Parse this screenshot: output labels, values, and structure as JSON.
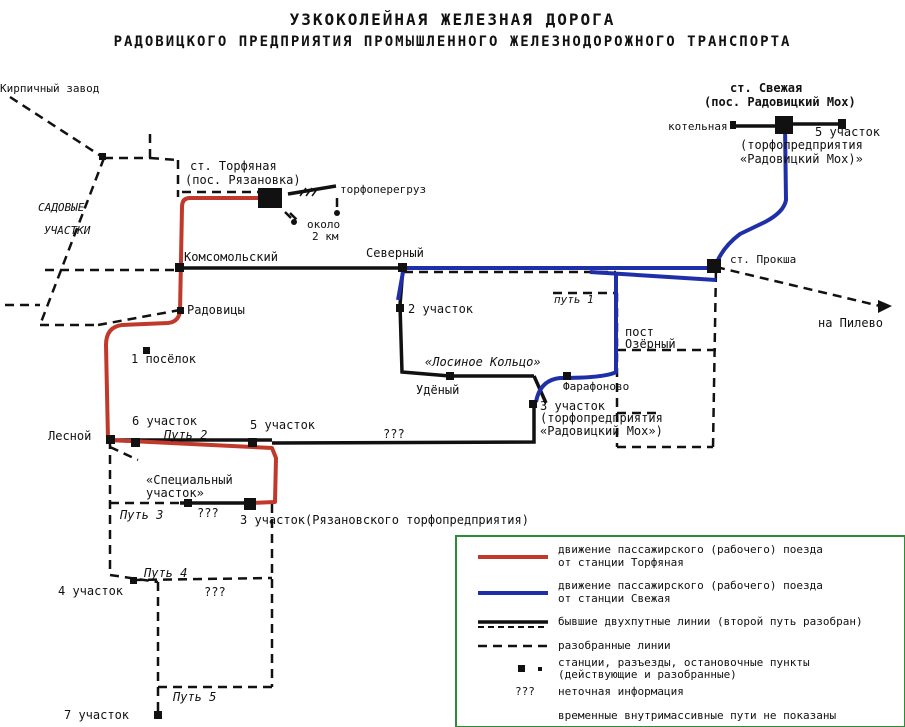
{
  "title": {
    "line1": "УЗКОКОЛЕЙНАЯ ЖЕЛЕЗНАЯ ДОРОГА",
    "line2": "РАДОВИЦКОГО ПРЕДПРИЯТИЯ ПРОМЫШЛЕННОГО ЖЕЛЕЗНОДОРОЖНОГО ТРАНСПОРТА"
  },
  "colors": {
    "red_line": "#c0392b",
    "blue_line": "#1f2fa8",
    "black_line": "#111111",
    "legend_border": "#2e8b3a"
  },
  "labels": {
    "kirpichny": "Кирпичный завод",
    "sadovye1": "САДОВЫЕ",
    "sadovye2": "УЧАСТКИ",
    "torfyanaya1": "ст. Торфяная",
    "torfyanaya2": "(пос. Рязановка)",
    "torfoperegruz": "торфоперегруз",
    "okolo1": "около",
    "okolo2": "2 км",
    "komsomolsky": "Комсомольский",
    "severny": "Северный",
    "radovitsy": "Радовицы",
    "poselok": "1 посёлок",
    "uch2": "2 участок",
    "put1": "путь 1",
    "post1": "пост",
    "post2": "Озёрный",
    "losinoe": "«Лосиное Кольцо»",
    "udeny": "Удёный",
    "farafonovo": "Фарафоново",
    "uch3a": "3 участок",
    "uch3b": "(торфопредприятия",
    "uch3c": "«Радовицкий Мох»)",
    "uch6": "6 участок",
    "uch5": "5 участок",
    "put2": "Путь 2",
    "q1": "???",
    "lesnoy": "Лесной",
    "spec1": "«Специальный",
    "spec2": "участок»",
    "put3": "Путь 3",
    "q2": "???",
    "uch3_ryaz": "3 участок(Рязановского торфопредприятия)",
    "uch4": "4 участок",
    "put4": "Путь 4",
    "q3": "???",
    "put5": "Путь 5",
    "uch7": "7 участок",
    "svezhaya1": "ст. Свежая",
    "svezhaya2": "(пос. Радовицкий Мох)",
    "kotelnaya": "котельная",
    "uch5_svezh1": "5 участок",
    "uch5_svezh2": "(торфопредприятия",
    "uch5_svezh3": "«Радовицкий Мох)»",
    "proksha": "ст. Прокша",
    "pilevo": "на Пилево"
  },
  "legend": {
    "red1": "движение пассажирского (рабочего) поезда",
    "red2": "от станции Торфяная",
    "blue1": "движение пассажирского (рабочего) поезда",
    "blue2": "от станции Свежая",
    "black": "бывшие двухпутные линии (второй путь разобран)",
    "dashed": "разобранные линии",
    "stations1": "станции, разъезды, остановочные пункты",
    "stations2": "(действующие и разобранные)",
    "qmark": "???",
    "qtext": "неточная информация",
    "note": "временные внутримассивные пути не показаны"
  }
}
